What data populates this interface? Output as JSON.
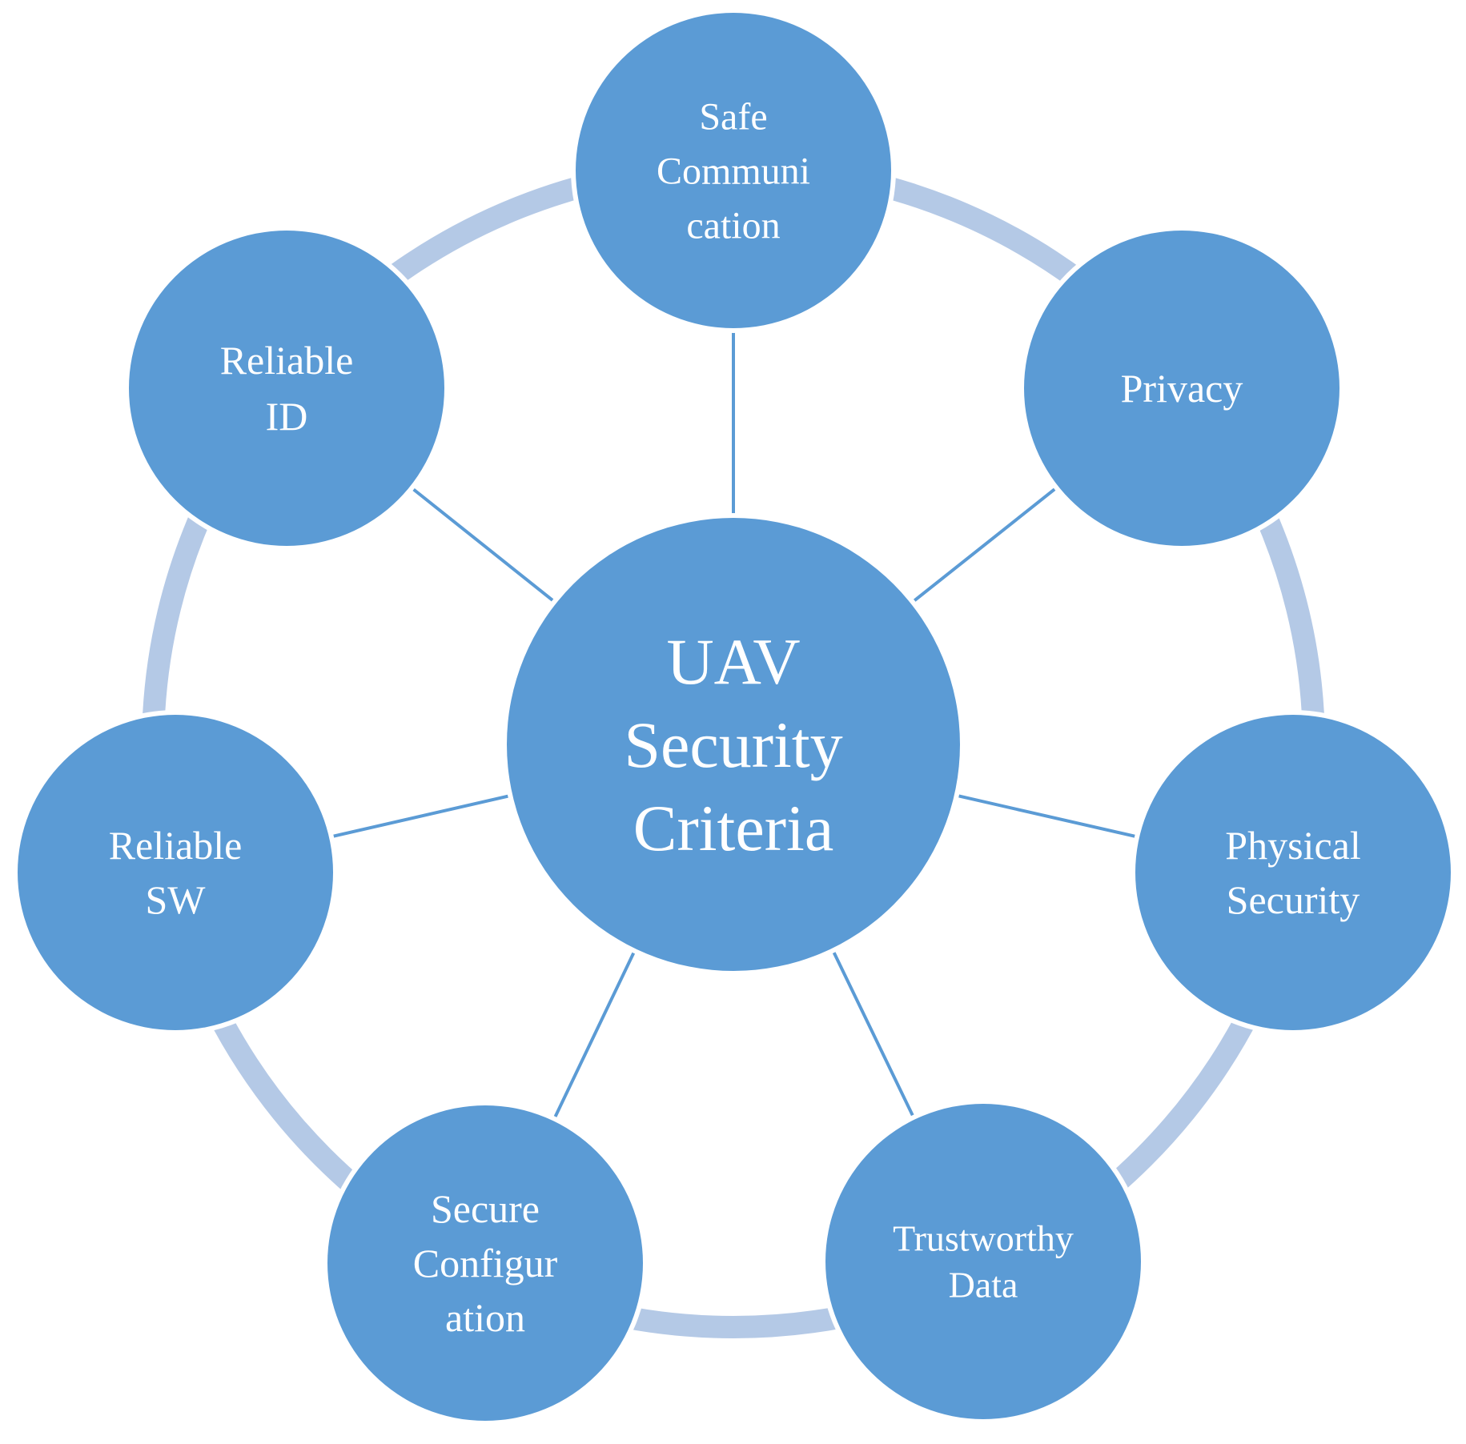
{
  "diagram": {
    "colors": {
      "node_fill": "#5b9bd5",
      "node_border": "#ffffff",
      "ring": "#b4c9e6",
      "spoke": "#5b9bd5",
      "text": "#ffffff",
      "background": "#ffffff"
    },
    "center": {
      "lines": [
        "UAV",
        "Security",
        "Criteria"
      ]
    },
    "nodes": [
      {
        "id": "safe-communication",
        "lines": [
          "Safe",
          "Communi",
          "cation"
        ]
      },
      {
        "id": "privacy",
        "lines": [
          "Privacy"
        ]
      },
      {
        "id": "physical-security",
        "lines": [
          "Physical",
          "Security"
        ]
      },
      {
        "id": "trustworthy-data",
        "lines": [
          "Trustworthy",
          "Data"
        ]
      },
      {
        "id": "secure-configuration",
        "lines": [
          "Secure",
          "Configur",
          "ation"
        ]
      },
      {
        "id": "reliable-sw",
        "lines": [
          "Reliable",
          "SW"
        ]
      },
      {
        "id": "reliable-id",
        "lines": [
          "Reliable",
          "ID"
        ]
      }
    ]
  }
}
